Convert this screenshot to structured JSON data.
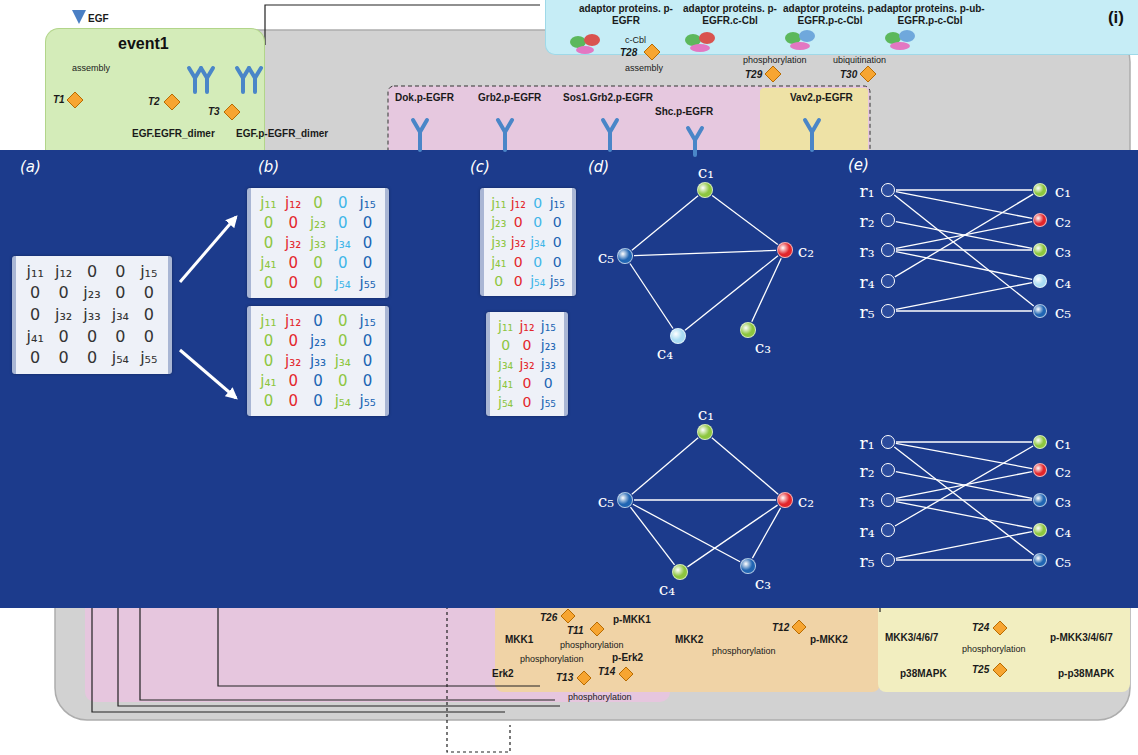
{
  "diagram": {
    "nodes": [
      {
        "text": [
          "event1"
        ]
      },
      {
        "text": [
          "(i)"
        ]
      },
      {
        "text": [
          "c₁"
        ]
      },
      {
        "text": [
          "c₂"
        ]
      },
      {
        "text": [
          "c₃"
        ]
      },
      {
        "text": [
          "c₄"
        ]
      },
      {
        "text": [
          "c₅"
        ]
      },
      {
        "text": [
          "c₁"
        ]
      },
      {
        "text": [
          "c₂"
        ]
      },
      {
        "text": [
          "c₃"
        ]
      },
      {
        "text": [
          "c₄"
        ]
      },
      {
        "text": [
          "c₅"
        ]
      },
      {
        "text": [
          "r₁"
        ]
      },
      {
        "text": [
          "r₂"
        ]
      },
      {
        "text": [
          "r₃"
        ]
      },
      {
        "text": [
          "r₄"
        ]
      },
      {
        "text": [
          "r₅"
        ]
      },
      {
        "text": [
          "c₁"
        ]
      },
      {
        "text": [
          "c₂"
        ]
      },
      {
        "text": [
          "c₃"
        ]
      },
      {
        "text": [
          "c₄"
        ]
      },
      {
        "text": [
          "c₅"
        ]
      },
      {
        "text": [
          "r₁"
        ]
      },
      {
        "text": [
          "r₂"
        ]
      },
      {
        "text": [
          "r₃"
        ]
      },
      {
        "text": [
          "r₄"
        ]
      },
      {
        "text": [
          "r₅"
        ]
      },
      {
        "text": [
          "c₁"
        ]
      },
      {
        "text": [
          "c₂"
        ]
      },
      {
        "text": [
          "c₃"
        ]
      },
      {
        "text": [
          "c₄"
        ]
      },
      {
        "text": [
          "c₅"
        ]
      }
    ],
    "edges": [
      {
        "from": 2,
        "to": 3,
        "arrow": "none"
      },
      {
        "from": 2,
        "to": 6,
        "arrow": "none"
      },
      {
        "from": 6,
        "to": 3,
        "arrow": "none"
      },
      {
        "from": 6,
        "to": 5,
        "arrow": "none"
      },
      {
        "from": 5,
        "to": 3,
        "arrow": "none"
      },
      {
        "from": 3,
        "to": 4,
        "arrow": "none"
      },
      {
        "from": 7,
        "to": 8,
        "arrow": "none"
      },
      {
        "from": 7,
        "to": 11,
        "arrow": "none"
      },
      {
        "from": 11,
        "to": 8,
        "arrow": "none"
      },
      {
        "from": 11,
        "to": 10,
        "arrow": "none"
      },
      {
        "from": 11,
        "to": 9,
        "arrow": "none"
      },
      {
        "from": 10,
        "to": 8,
        "arrow": "none"
      },
      {
        "from": 9,
        "to": 8,
        "arrow": "none"
      },
      {
        "from": 12,
        "to": 17,
        "arrow": "none"
      },
      {
        "from": 12,
        "to": 18,
        "arrow": "none"
      },
      {
        "from": 12,
        "to": 21,
        "arrow": "none"
      },
      {
        "from": 13,
        "to": 19,
        "arrow": "none"
      },
      {
        "from": 14,
        "to": 18,
        "arrow": "none"
      },
      {
        "from": 14,
        "to": 19,
        "arrow": "none"
      },
      {
        "from": 14,
        "to": 20,
        "arrow": "none"
      },
      {
        "from": 15,
        "to": 17,
        "arrow": "none"
      },
      {
        "from": 16,
        "to": 20,
        "arrow": "none"
      },
      {
        "from": 16,
        "to": 21,
        "arrow": "none"
      },
      {
        "from": 22,
        "to": 27,
        "arrow": "none"
      },
      {
        "from": 22,
        "to": 28,
        "arrow": "none"
      },
      {
        "from": 22,
        "to": 31,
        "arrow": "none"
      },
      {
        "from": 23,
        "to": 29,
        "arrow": "none"
      },
      {
        "from": 24,
        "to": 28,
        "arrow": "none"
      },
      {
        "from": 24,
        "to": 29,
        "arrow": "none"
      },
      {
        "from": 24,
        "to": 30,
        "arrow": "none"
      },
      {
        "from": 25,
        "to": 27,
        "arrow": "none"
      },
      {
        "from": 26,
        "to": 30,
        "arrow": "none"
      },
      {
        "from": 26,
        "to": 31,
        "arrow": "none"
      }
    ],
    "labels": [
      "EGF",
      "assembly",
      "T1",
      "T2",
      "T3",
      "EGF.EGFR_dimer",
      "EGF.p-EGFR_dimer",
      "adaptor proteins. p-EGFR",
      "c-Cbl",
      "T28",
      "assembly",
      "adaptor proteins. p-EGFR.c-Cbl",
      "phosphorylation",
      "T29",
      "adaptor proteins. p-EGFR.p-c-Cbl",
      "ubiquitination",
      "T30",
      "adaptor proteins. p-ub-EGFR.p-c-Cbl",
      "Dok.p-EGFR",
      "Grb2.p-EGFR",
      "Sos1.Grb2.p-EGFR",
      "Shc.p-EGFR",
      "Vav2.p-EGFR",
      "T26",
      "T11",
      "p-MKK1",
      "MKK1",
      "phosphorylation",
      "MKK2",
      "phosphorylation",
      "T12",
      "p-MKK2",
      "MKK3/4/6/7",
      "T24",
      "phosphorylation",
      "p-MKK3/4/6/7",
      "p38MAPK",
      "T25",
      "p-p38MAPK",
      "phosphorylation",
      "p-Erk2",
      "Erk2",
      "T13",
      "T14",
      "phosphorylation",
      "(a)",
      "(b)",
      "(c)",
      "(d)",
      "(e)",
      "j₁₁",
      "j₁₂",
      "0",
      "0",
      "j₁₅",
      "0",
      "0",
      "j₂₃",
      "0",
      "0",
      "0",
      "j₃₂",
      "j₃₃",
      "j₃₄",
      "0",
      "j₄₁",
      "0",
      "0",
      "0",
      "0",
      "0",
      "0",
      "0",
      "j₅₄",
      "j₅₅",
      "j₁₁",
      "j₁₂",
      "0",
      "0",
      "j₁₅",
      "0",
      "0",
      "j₂₃",
      "0",
      "0",
      "0",
      "j₃₂",
      "j₃₃",
      "j₃₄",
      "0",
      "j₄₁",
      "0",
      "0",
      "0",
      "0",
      "0",
      "0",
      "0",
      "j₅₄",
      "j₅₅",
      "j₁₁",
      "j₁₂",
      "0",
      "0",
      "j₁₅",
      "0",
      "0",
      "j₂₃",
      "0",
      "0",
      "0",
      "j₃₂",
      "j₃₃",
      "j₃₄",
      "0",
      "j₄₁",
      "0",
      "0",
      "0",
      "0",
      "0",
      "0",
      "0",
      "j₅₄",
      "j₅₅",
      "j₁₁",
      "j₁₂",
      "0",
      "j₁₅",
      "j₂₃",
      "0",
      "0",
      "0",
      "j₃₃",
      "j₃₂",
      "j₃₄",
      "0",
      "j₄₁",
      "0",
      "0",
      "0",
      "0",
      "0",
      "j₅₄",
      "j₅₅",
      "j₁₁",
      "j₁₂",
      "j₁₅",
      "0",
      "0",
      "j₂₃",
      "j₃₄",
      "j₃₂",
      "j₃₃",
      "j₄₁",
      "0",
      "0",
      "j₅₄",
      "0",
      "j₅₅"
    ]
  }
}
